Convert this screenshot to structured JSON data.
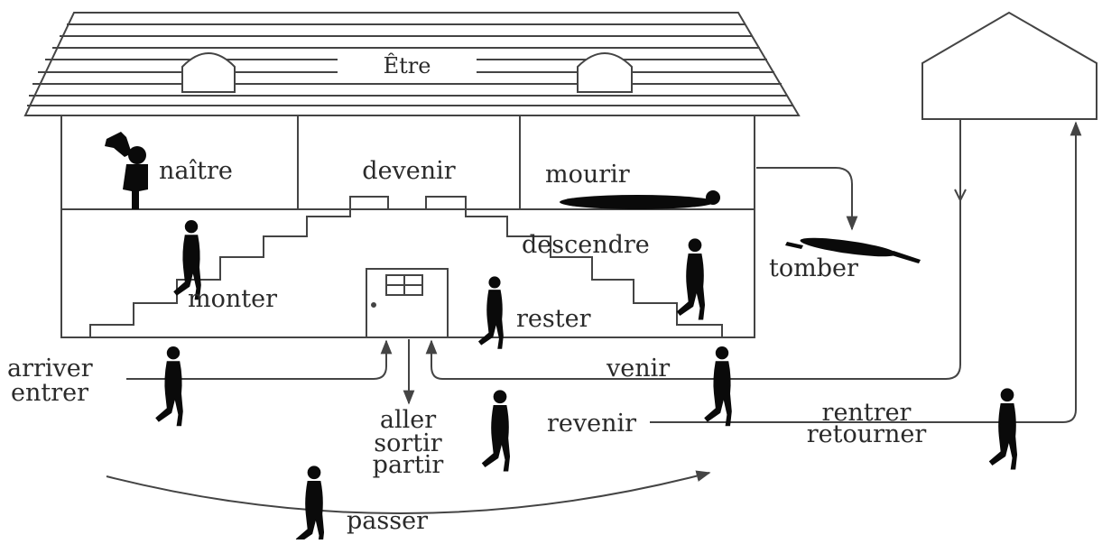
{
  "diagram": {
    "title": "Être",
    "colors": {
      "ink": "#2a2a2a",
      "line": "#444444",
      "silhouette": "#0a0a0a",
      "background": "#ffffff"
    },
    "rooms": {
      "left": "naître",
      "middle": "devenir",
      "right": "mourir"
    },
    "stairs": {
      "up": "monter",
      "down": "descendre"
    },
    "door_label": "rester",
    "outside": {
      "fall": "tomber",
      "arrive_line1": "arriver",
      "arrive_line2": "entrer",
      "come": "venir",
      "go_line1": "aller",
      "go_line2": "sortir",
      "go_line3": "partir",
      "return": "revenir",
      "home_line1": "rentrer",
      "home_line2": "retourner",
      "pass": "passer"
    }
  }
}
